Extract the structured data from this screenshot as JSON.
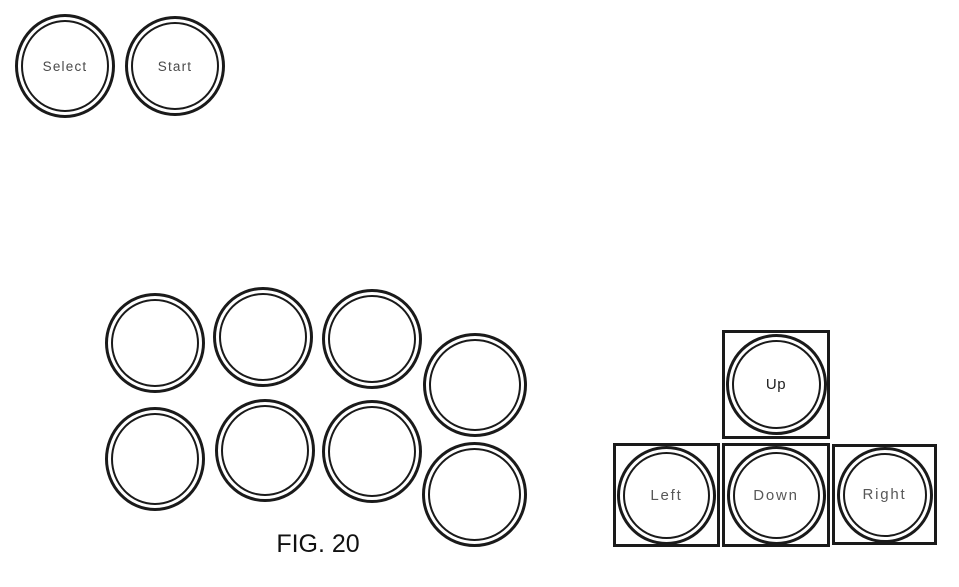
{
  "figure": {
    "caption": "FIG. 20"
  },
  "controller": {
    "select_button": "Select",
    "start_button": "Start",
    "action_buttons": {
      "count": 8,
      "labels": []
    },
    "dpad": {
      "up": "Up",
      "left": "Left",
      "down": "Down",
      "right": "Right"
    }
  },
  "colors": {
    "stroke": "#1a1a1a",
    "label_light": "#585858",
    "label_dark": "#1d1d1d",
    "background": "#ffffff"
  }
}
